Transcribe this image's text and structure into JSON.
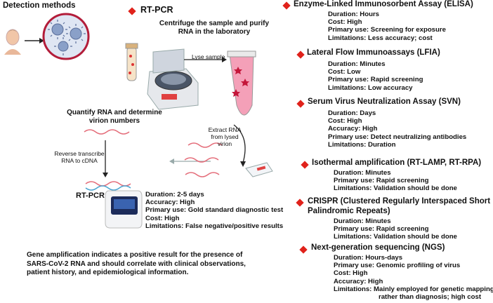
{
  "header": {
    "detection_methods": "Detection methods"
  },
  "rtpcr": {
    "title": "RT-PCR",
    "step_centrifuge": [
      "Centrifuge the sample and purify",
      "RNA in the laboratory"
    ],
    "lyse": "Lyse sample",
    "extract": [
      "Extract RNA",
      "from lysed",
      "virion"
    ],
    "quantify": [
      "Quantify RNA and determine",
      "virion numbers"
    ],
    "reverse": [
      "Reverse transcribe",
      "RNA to cDNA"
    ],
    "machine_label": "RT-PCR",
    "details": [
      "Duration: 2-5 days",
      "Accuracy: High",
      "Primary use: Gold standard diagnostic test",
      "Cost: High",
      "Limitations: False negative/positive results"
    ]
  },
  "footer_note": [
    "Gene amplification indicates a positive result for the presence of",
    "SARS-CoV-2 RNA and should correlate with clinical observations,",
    "patient history, and epidemiological information."
  ],
  "methods": [
    {
      "title": "Enzyme-Linked Immunosorbent Assay (ELISA)",
      "details": [
        "Duration:  Hours",
        "Cost: High",
        "Primary use:  Screening for exposure",
        "Limitations: Less accuracy; cost"
      ]
    },
    {
      "title": "Lateral Flow Immunoassays (LFIA)",
      "details": [
        "Duration: Minutes",
        "Cost: Low",
        "Primary use: Rapid screening",
        "Limitations: Low accuracy"
      ]
    },
    {
      "title": "Serum Virus Neutralization Assay (SVN)",
      "details": [
        "Duration: Days",
        "Cost: High",
        "Accuracy: High",
        "Primary use: Detect neutralizing antibodies",
        "Limitations: Duration"
      ]
    },
    {
      "title": "Isothermal amplification (RT-LAMP, RT-RPA)",
      "details": [
        "Duration: Minutes",
        "Primary use: Rapid screening",
        "Limitations: Validation should be done"
      ]
    },
    {
      "title": [
        "CRISPR (Clustered Regularly Interspaced Short",
        "Palindromic Repeats)"
      ],
      "details": [
        "Duration: Minutes",
        "Primary use: Rapid screening",
        "Limitations: Validation should be done"
      ]
    },
    {
      "title": "Next-generation sequencing (NGS)",
      "details": [
        "Duration: Hours-days",
        "Primary use: Genomic profiling of virus",
        "Cost: High",
        "Accuracy: High",
        "Limitations: Mainly employed for genetic mapping",
        "                        rather than diagnosis; high cost"
      ]
    }
  ],
  "colors": {
    "diamond": "#e0221b",
    "tube_liquid": "#f4a0b8",
    "virus": "#8aa0c8",
    "circle_bg": "#dfe6f3"
  }
}
